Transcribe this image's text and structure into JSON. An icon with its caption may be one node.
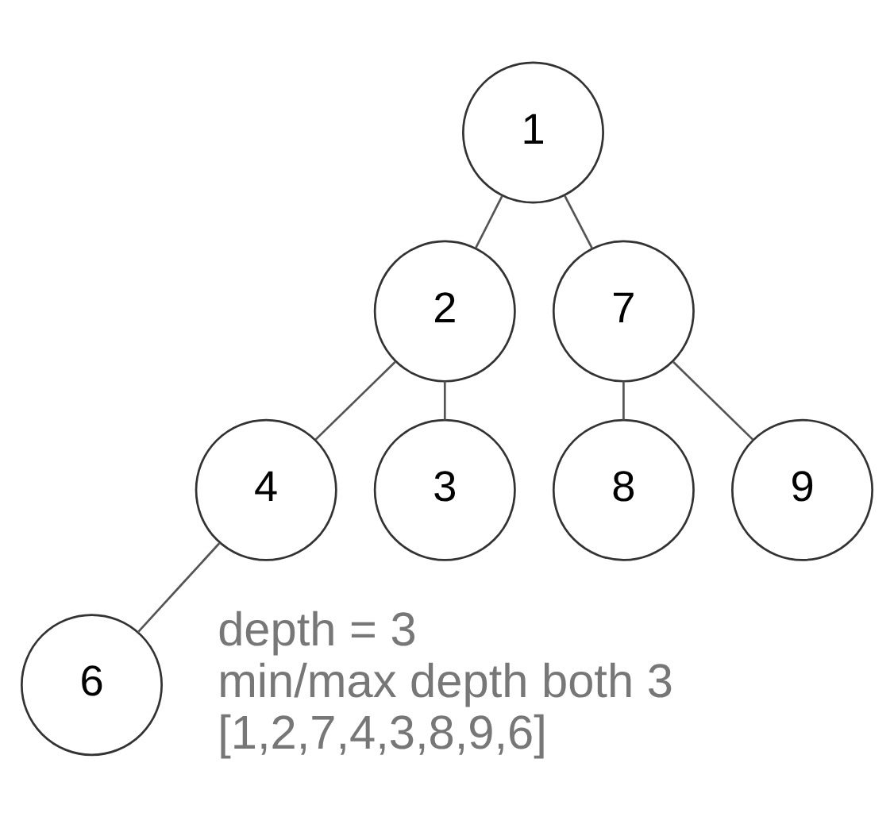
{
  "diagram": {
    "nodes": [
      {
        "text": [
          "1"
        ]
      },
      {
        "text": [
          "2"
        ]
      },
      {
        "text": [
          "7"
        ]
      },
      {
        "text": [
          "4"
        ]
      },
      {
        "text": [
          "3"
        ]
      },
      {
        "text": [
          "8"
        ]
      },
      {
        "text": [
          "9"
        ]
      },
      {
        "text": [
          "6"
        ]
      }
    ],
    "edges": [
      {
        "from": 0,
        "to": 1,
        "arrow": "none"
      },
      {
        "from": 0,
        "to": 2,
        "arrow": "none"
      },
      {
        "from": 1,
        "to": 3,
        "arrow": "none"
      },
      {
        "from": 1,
        "to": 4,
        "arrow": "none"
      },
      {
        "from": 2,
        "to": 5,
        "arrow": "none"
      },
      {
        "from": 2,
        "to": 6,
        "arrow": "none"
      },
      {
        "from": 3,
        "to": 7,
        "arrow": "none"
      }
    ],
    "labels": [
      "depth = 3",
      "min/max depth both 3",
      "[1,2,7,4,3,8,9,6]"
    ]
  }
}
